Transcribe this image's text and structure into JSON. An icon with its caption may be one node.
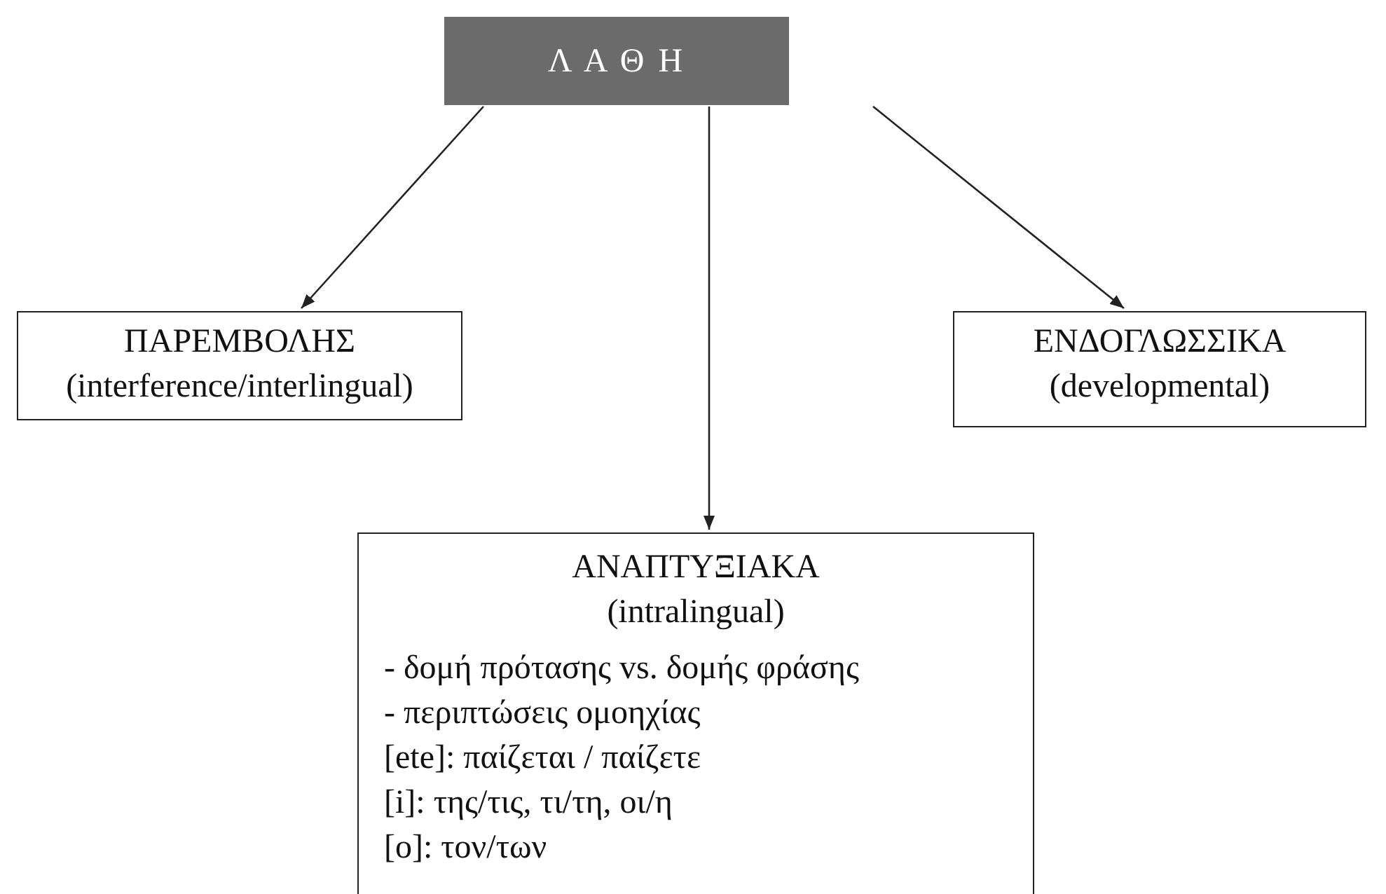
{
  "diagram": {
    "nodes": [
      {
        "text": [
          "Λ Α Θ Η"
        ]
      },
      {
        "text": [
          "ΠΑΡΕΜΒΟΛΗΣ (interference/interlingual)"
        ]
      },
      {
        "text": [
          "ΑΝΑΠΤΥΞΙΑΚΑ (intralingual)",
          "- δομή πρότασης vs. δομής φράσης",
          "- περιπτώσεις ομοηχίας",
          "[ete]: παίζεται / παίζετε",
          "[i]: της/τις, τι/τη, οι/η",
          "[o]: τον/των"
        ]
      },
      {
        "text": [
          "ΕΝΔΟΓΛΩΣΣΙΚΑ (developmental)"
        ]
      }
    ],
    "edges": [
      {
        "from": 0,
        "to": 1,
        "arrow": "to"
      },
      {
        "from": 0,
        "to": 2,
        "arrow": "to"
      },
      {
        "from": 0,
        "to": 3,
        "arrow": "to"
      }
    ]
  }
}
